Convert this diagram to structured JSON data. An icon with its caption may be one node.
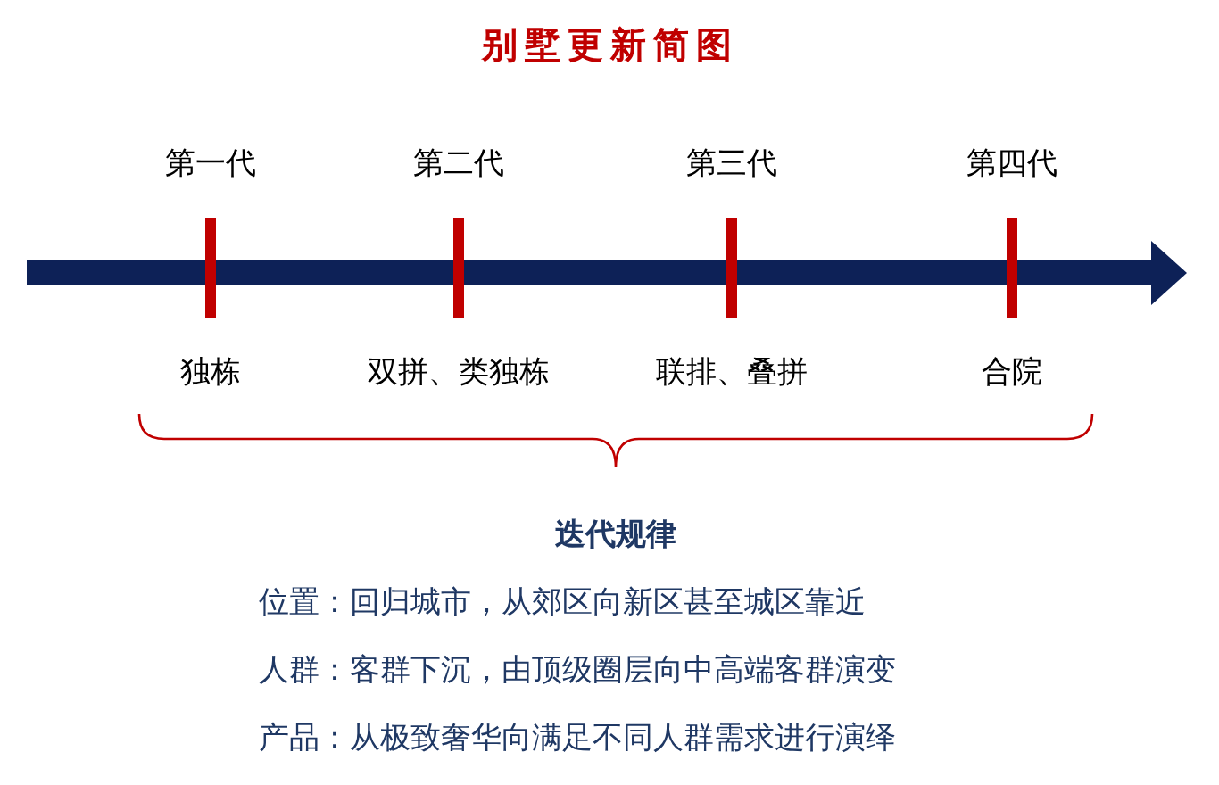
{
  "diagram": {
    "title": "别墅更新简图",
    "labels": [
      "第一代",
      "第二代",
      "第三代",
      "第四代",
      "独栋",
      "双拼、类独栋",
      "联排、叠拼",
      "合院",
      "迭代规律",
      "位置：回归城市，从郊区向新区甚至城区靠近",
      "人群：客群下沉，由顶级圈层向中高端客群演变",
      "产品：从极致奢华向满足不同人群需求进行演绎"
    ]
  }
}
